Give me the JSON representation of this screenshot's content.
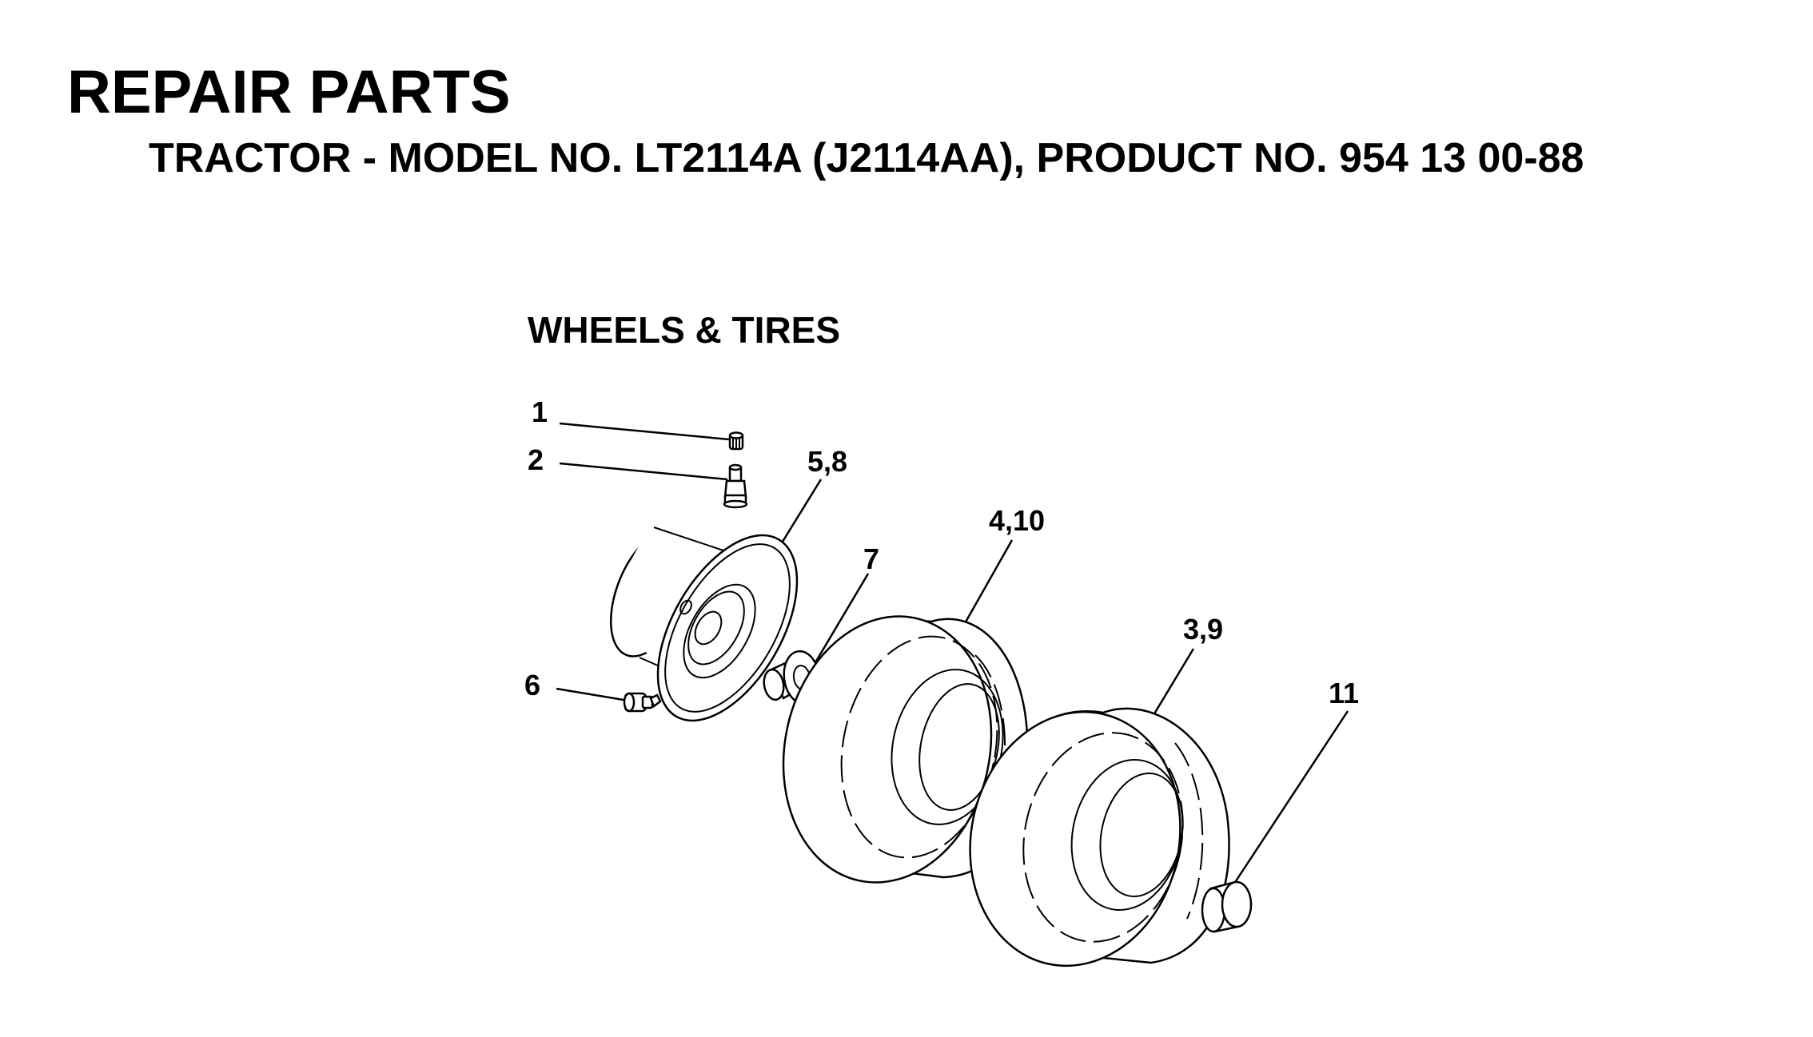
{
  "page": {
    "title": "REPAIR PARTS",
    "subtitle": "TRACTOR - MODEL NO. LT2114A (J2114AA), PRODUCT NO. 954 13 00-88",
    "section_title": "WHEELS & TIRES"
  },
  "callouts": {
    "c1": "1",
    "c2": "2",
    "c5_8": "5,8",
    "c7": "7",
    "c4_10": "4,10",
    "c3_9": "3,9",
    "c11": "11",
    "c6": "6"
  }
}
